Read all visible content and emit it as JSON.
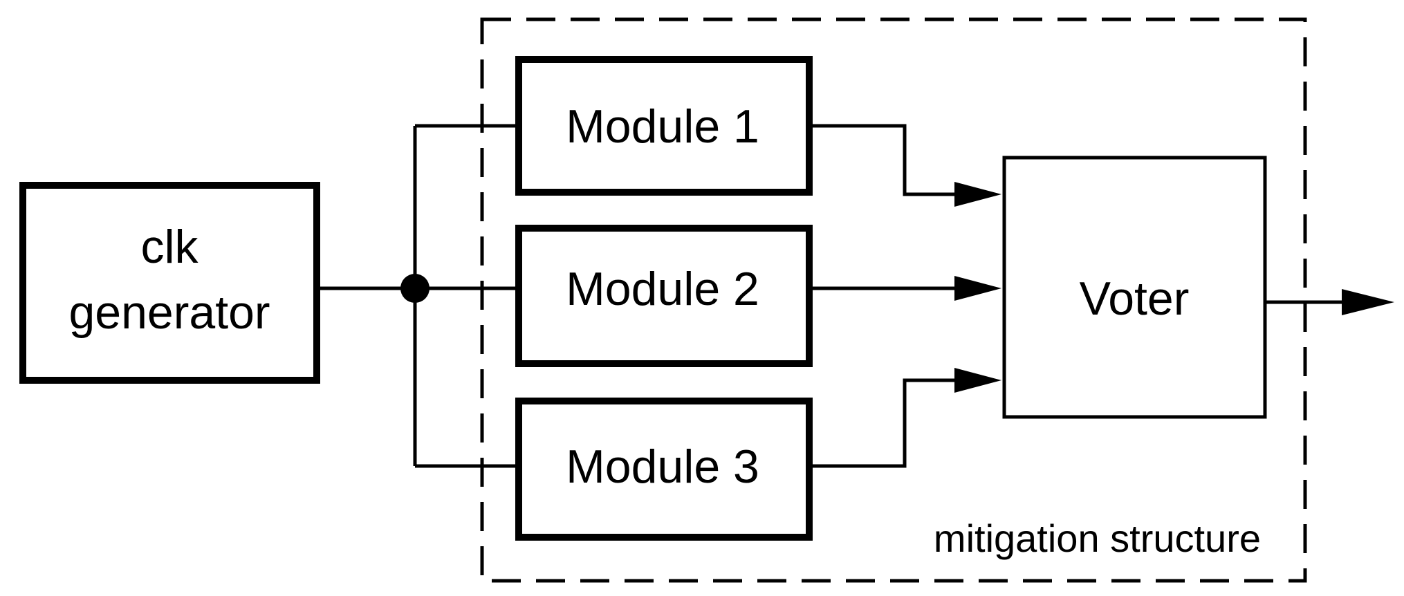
{
  "diagram": {
    "clk_generator": {
      "line1": "clk",
      "line2": "generator"
    },
    "modules": [
      {
        "label": "Module 1"
      },
      {
        "label": "Module 2"
      },
      {
        "label": "Module 3"
      }
    ],
    "voter": {
      "label": "Voter"
    },
    "mitigation_region": {
      "label": "mitigation structure"
    }
  }
}
